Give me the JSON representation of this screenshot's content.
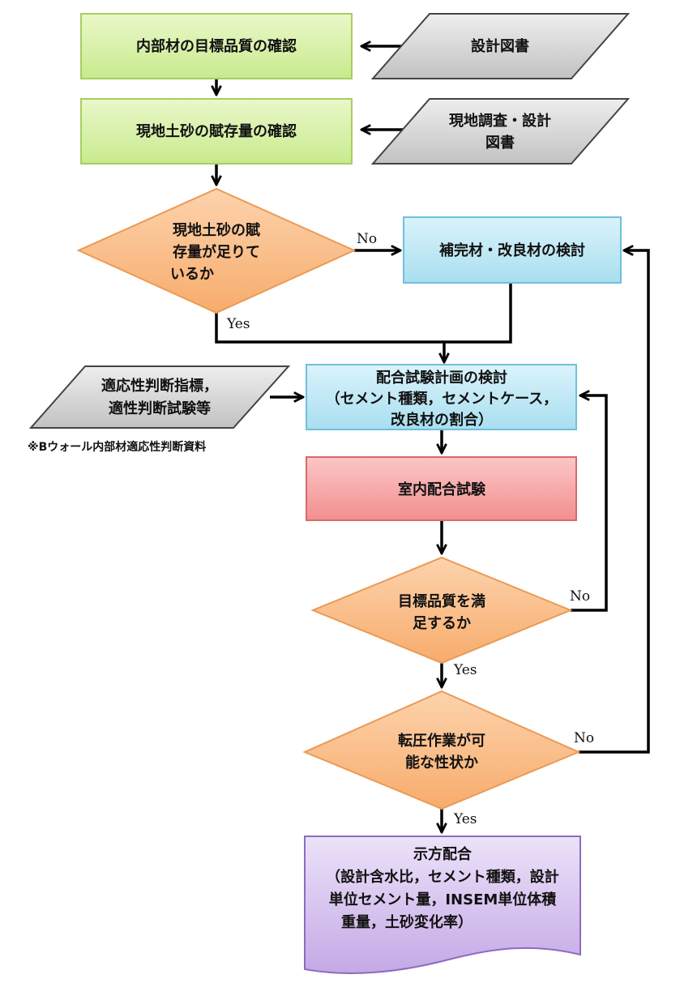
{
  "diagram": {
    "box_confirm_quality": "内部材の目標品質の確認",
    "doc_design_drawings": "設計図書",
    "box_confirm_soil": "現地土砂の賦存量の確認",
    "doc_survey_line1": "現地調査・設計",
    "doc_survey_line2": "図書",
    "dec_soil_line1": "現地土砂の賦",
    "dec_soil_line2": "存量が足りて",
    "dec_soil_line3": "いるか",
    "label_no_1": "No",
    "label_yes_1": "Yes",
    "box_supplement": "補完材・改良材の検討",
    "box_plan_line1": "配合試験計画の検討",
    "box_plan_line2": "（セメント種類，セメントケース，",
    "box_plan_line3": "改良材の割合）",
    "doc_index_line1": "適応性判断指標，",
    "doc_index_line2": "適性判断試験等",
    "doc_index_note": "※Bウォール内部材適応性判断資料",
    "box_lab_test": "室内配合試験",
    "dec_quality_line1": "目標品質を満",
    "dec_quality_line2": "足するか",
    "label_no_2": "No",
    "label_yes_2": "Yes",
    "dec_compact_line1": "転圧作業が可",
    "dec_compact_line2": "能な性状か",
    "label_no_3": "No",
    "label_yes_3": "Yes",
    "result_title": "示方配合",
    "result_line1": "（設計含水比，セメント種類，設計",
    "result_line2": "単位セメント量，INSEM単位体積",
    "result_line3": "重量，土砂変化率）"
  },
  "colors": {
    "green": "#d8f1a8",
    "green_border": "#a6cf62",
    "gray": "#d4d4d4",
    "gray_border": "#444444",
    "orange": "#fac18f",
    "orange_border": "#ea9a55",
    "blue": "#bde8f4",
    "blue_border": "#6fc0dc",
    "red": "#f8a9aa",
    "red_border": "#d9696c",
    "purple": "#d7c4ee",
    "purple_border": "#8e6bc0"
  }
}
